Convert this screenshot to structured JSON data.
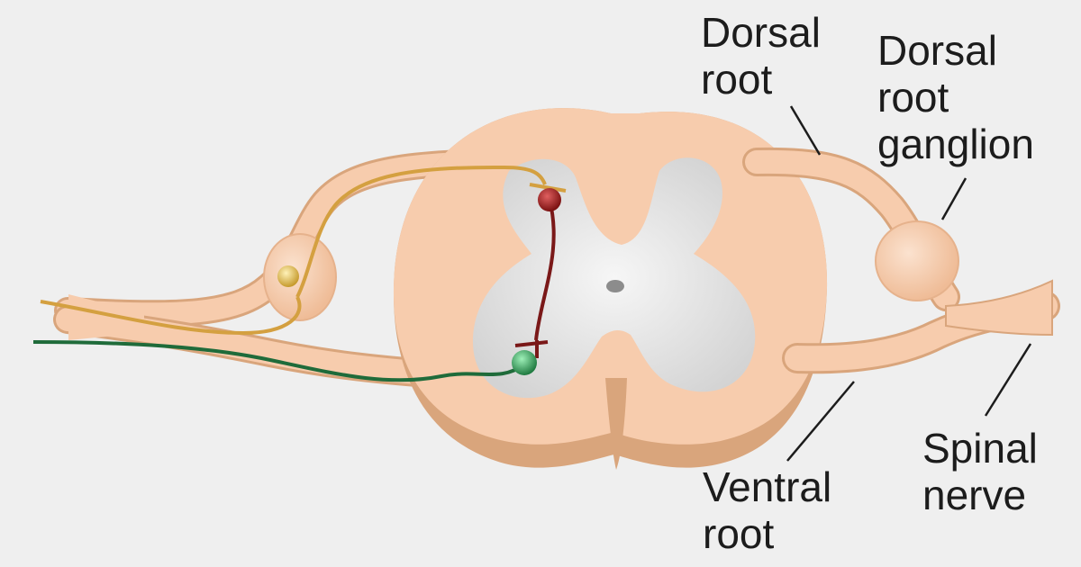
{
  "labels": {
    "dorsal_root": [
      "Dorsal",
      "root"
    ],
    "dorsal_root_ganglion": [
      "Dorsal",
      "root",
      "ganglion"
    ],
    "ventral_root": [
      "Ventral",
      "root"
    ],
    "spinal_nerve": [
      "Spinal",
      "nerve"
    ]
  },
  "colors": {
    "background": "#efefef",
    "tissue": "#f7ccad",
    "tissue_shadow": "#d9a57c",
    "grey_matter": "#d6d6d6",
    "sensory_neuron": "#d4a040",
    "interneuron": "#7a1818",
    "motor_neuron": "#1f6b3a",
    "leader_line": "#1c1c1c"
  }
}
